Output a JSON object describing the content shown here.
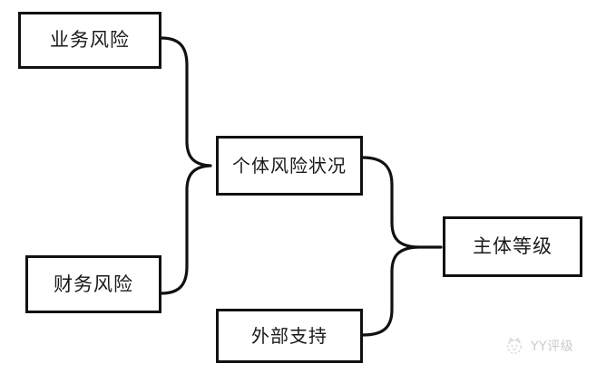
{
  "diagram": {
    "background_color": "#ffffff",
    "line_color": "#111111",
    "text_color": "#1a1a1a",
    "nodes": [
      {
        "id": "business",
        "label": "业务风险"
      },
      {
        "id": "financial",
        "label": "财务风险"
      },
      {
        "id": "individual",
        "label": "个体风险状况"
      },
      {
        "id": "external",
        "label": "外部支持"
      },
      {
        "id": "entity",
        "label": "主体等级"
      }
    ],
    "connectors": [
      {
        "id": "brace-left",
        "type": "curly-brace",
        "from": [
          "business",
          "financial"
        ],
        "to": "individual"
      },
      {
        "id": "brace-right",
        "type": "curly-brace",
        "from": [
          "individual",
          "external"
        ],
        "to": "entity"
      }
    ]
  },
  "watermark": {
    "text": "YY评级",
    "logo_icon": "cat-logo-icon"
  }
}
